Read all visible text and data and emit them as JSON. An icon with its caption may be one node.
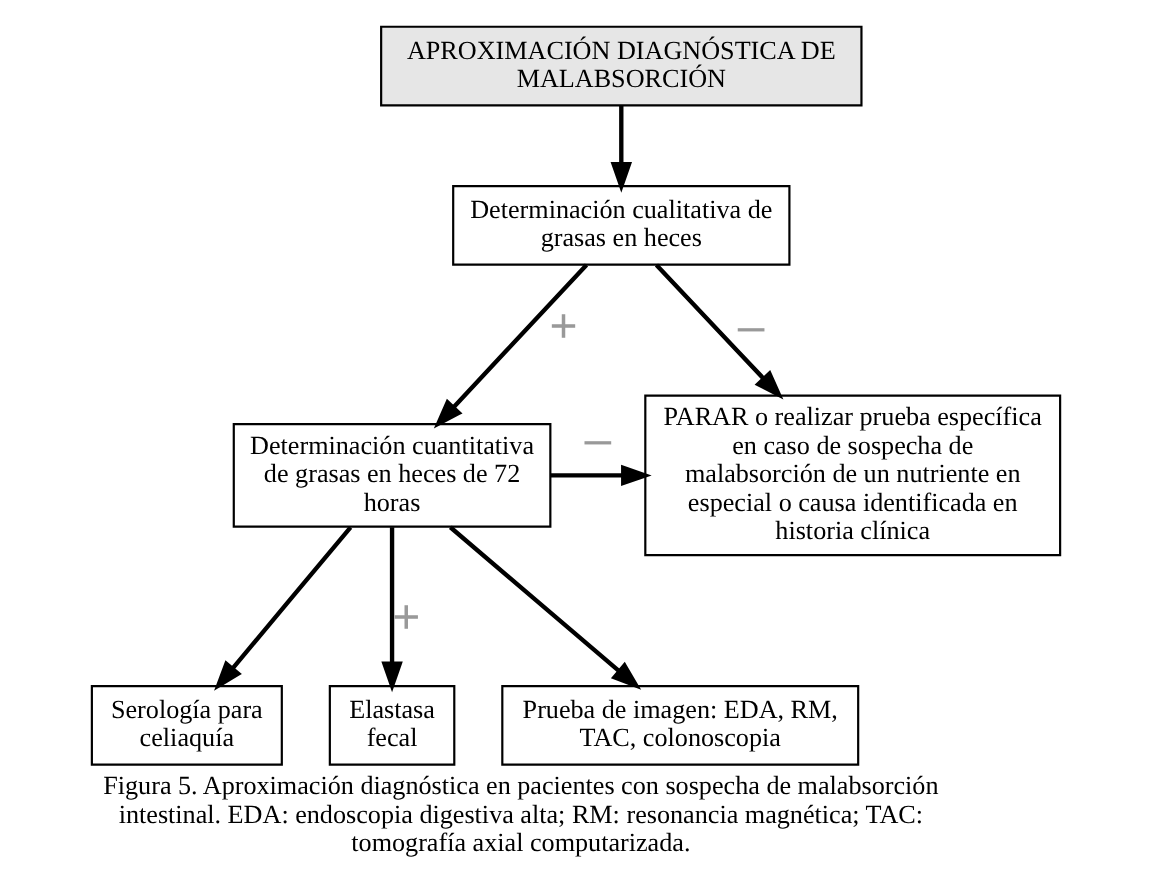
{
  "diagram": {
    "caption": "Figura 5. Aproximación diagnóstica en pacientes con sospecha de malabsorción intestinal. EDA: endoscopia digestiva alta; RM: resonancia magnética; TAC: tomografía axial computarizada.",
    "nodes": [
      {
        "text": [
          "APROXIMACIÓN DIAGNÓSTICA DE MALABSORCIÓN"
        ]
      },
      {
        "text": [
          "Determinación cualitativa de grasas en heces"
        ]
      },
      {
        "text": [
          "Determinación cuantitativa de grasas en heces de 72 horas"
        ]
      },
      {
        "text": [
          "PARAR o realizar prueba específica en caso de sospecha de malabsorción de un nutriente en especial o causa identificada en historia clínica"
        ]
      },
      {
        "text": [
          "Serología para celiaquía"
        ]
      },
      {
        "text": [
          "Elastasa fecal"
        ]
      },
      {
        "text": [
          "Prueba de imagen: EDA, RM, TAC, colonoscopia"
        ]
      }
    ],
    "edges": [
      {
        "from": 0,
        "to": 1,
        "arrow": "to"
      },
      {
        "from": 1,
        "to": 2,
        "arrow": "to",
        "label": "+"
      },
      {
        "from": 1,
        "to": 3,
        "arrow": "to",
        "label": "–"
      },
      {
        "from": 2,
        "to": 3,
        "arrow": "to",
        "label": "–"
      },
      {
        "from": 2,
        "to": 4,
        "arrow": "to"
      },
      {
        "from": 2,
        "to": 5,
        "arrow": "to",
        "label": "+"
      },
      {
        "from": 2,
        "to": 6,
        "arrow": "to"
      }
    ]
  }
}
